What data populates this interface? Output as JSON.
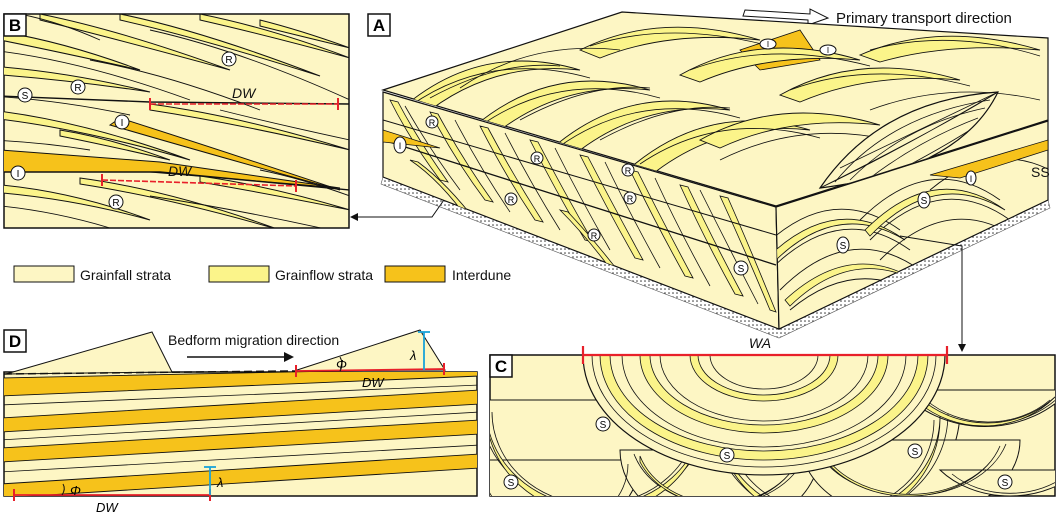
{
  "panels": {
    "a": {
      "letter": "A",
      "transport_label": "Primary transport direction",
      "ss_label": "SS"
    },
    "b": {
      "letter": "B",
      "dw_label": "DW"
    },
    "c": {
      "letter": "C",
      "wa_label": "WA"
    },
    "d": {
      "letter": "D",
      "migration_label": "Bedform migration direction",
      "dw_label": "DW",
      "phi": "Φ",
      "lambda": "λ"
    }
  },
  "markers": {
    "R": "R",
    "S": "S",
    "I": "I"
  },
  "legend": [
    {
      "label": "Grainfall strata",
      "color": "#FDF6C4"
    },
    {
      "label": "Grainflow strata",
      "color": "#FBF48A"
    },
    {
      "label": "Interdune",
      "color": "#F6C21B"
    }
  ],
  "colors": {
    "grainfall": "#FDF6C4",
    "grainflow": "#FBF48A",
    "interdune": "#F6C21B",
    "measure_red": "#E8202A",
    "measure_blue": "#1AA3D9"
  }
}
